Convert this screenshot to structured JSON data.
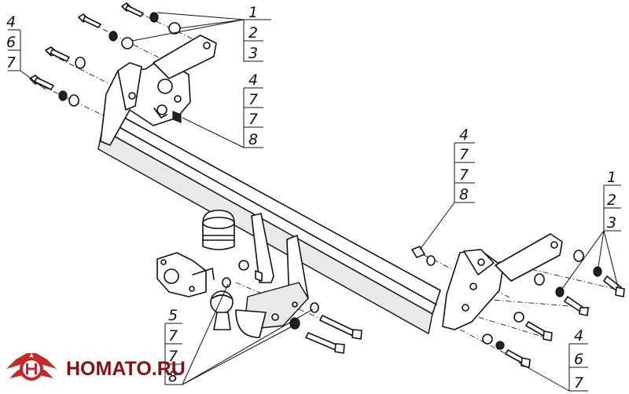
{
  "callouts": {
    "top_center": [
      "1",
      "2",
      "3"
    ],
    "top_left": [
      "4",
      "6",
      "7"
    ],
    "mid_upper": [
      "4",
      "7",
      "7",
      "8"
    ],
    "right_mid": [
      "4",
      "7",
      "7",
      "8"
    ],
    "far_right": [
      "1",
      "2",
      "3"
    ],
    "bottom_left": [
      "5",
      "7",
      "7",
      "8"
    ],
    "bottom_right": [
      "4",
      "6",
      "7"
    ]
  },
  "logo": {
    "text": "HOMATO.RU",
    "icon": "homato-logo-icon",
    "color_red": "#c62828",
    "color_dark": "#8c0f0f"
  }
}
